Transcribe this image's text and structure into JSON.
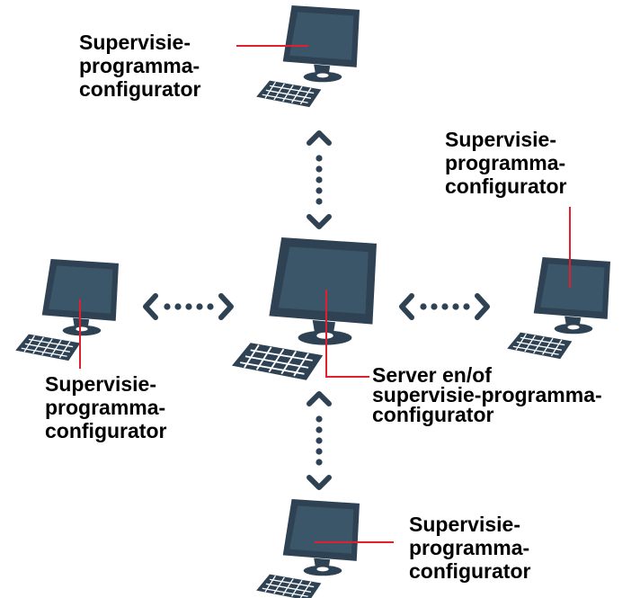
{
  "colors": {
    "device": "#2e4254",
    "screen": "#3b5669",
    "keys": "#ffffff",
    "leader": "#e0202f",
    "arrow": "#2e4254",
    "text": "#000000"
  },
  "labels": {
    "top": [
      "Supervisie-",
      "programma-",
      "configurator"
    ],
    "right": [
      "Supervisie-",
      "programma-",
      "configurator"
    ],
    "left": [
      "Supervisie-",
      "programma-",
      "configurator"
    ],
    "center": [
      "Server en/of",
      "supervisie-programma-",
      "configurator"
    ],
    "bottom": [
      "Supervisie-",
      "programma-",
      "configurator"
    ]
  },
  "icons": {
    "workstation": "computer-workstation-icon",
    "server": "server-workstation-icon",
    "connection": "dotted-double-arrow-icon"
  }
}
